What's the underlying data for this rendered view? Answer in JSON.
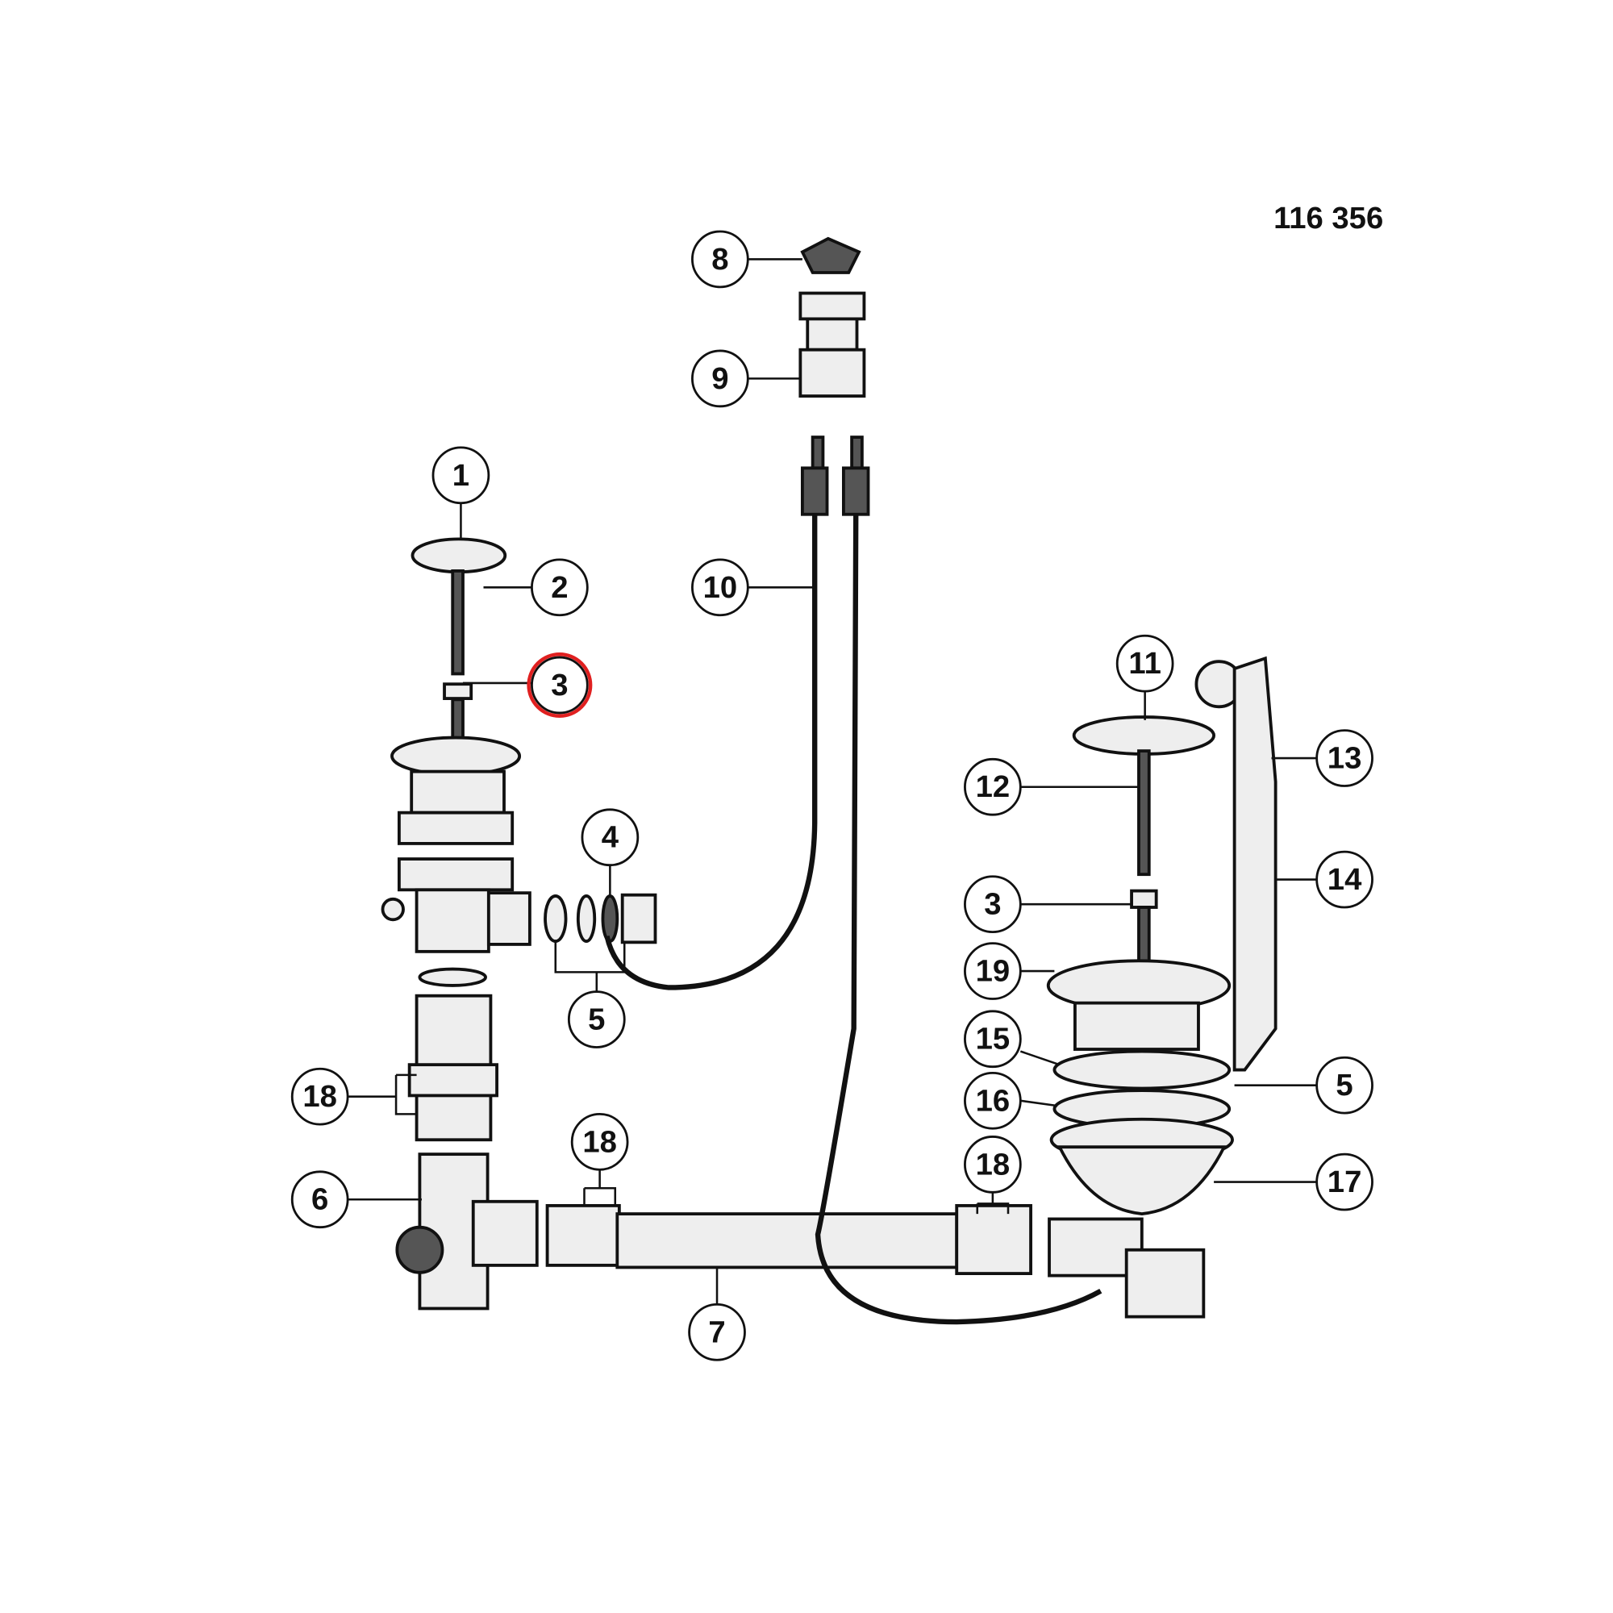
{
  "diagram": {
    "reference_number": "116 356",
    "highlight_color": "#e02020",
    "callouts": [
      {
        "label": "1"
      },
      {
        "label": "2"
      },
      {
        "label": "3"
      },
      {
        "label": "4"
      },
      {
        "label": "5"
      },
      {
        "label": "18"
      },
      {
        "label": "6"
      },
      {
        "label": "7"
      },
      {
        "label": "18"
      },
      {
        "label": "8"
      },
      {
        "label": "9"
      },
      {
        "label": "10"
      },
      {
        "label": "11"
      },
      {
        "label": "12"
      },
      {
        "label": "3"
      },
      {
        "label": "19"
      },
      {
        "label": "15"
      },
      {
        "label": "16"
      },
      {
        "label": "18"
      },
      {
        "label": "13"
      },
      {
        "label": "14"
      },
      {
        "label": "5"
      },
      {
        "label": "17"
      }
    ],
    "highlighted_callout": "3"
  }
}
